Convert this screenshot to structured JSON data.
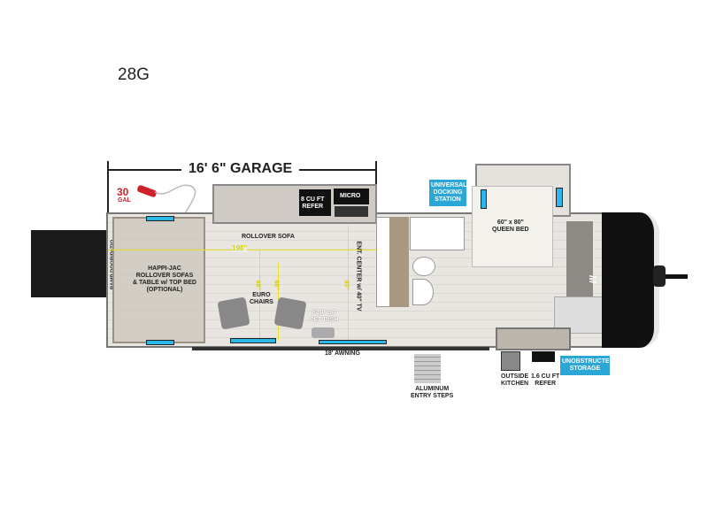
{
  "model": "28G",
  "garage_dimension": "16' 6\" GARAGE",
  "fuel": {
    "amount": "30",
    "unit": "GAL"
  },
  "labels": {
    "ramp_door": "RAMP DOOR/PATIO",
    "happijac": [
      "HAPPI-JAC",
      "ROLLOVER SOFAS",
      "& TABLE w/ TOP BED",
      "(OPTIONAL)"
    ],
    "rollover_sofa": "ROLLOVER SOFA",
    "refer": [
      "8 CU FT",
      "REFER"
    ],
    "micro": "MICRO",
    "euro_chairs": [
      "EURO",
      "CHAIRS"
    ],
    "pet_dish": [
      "FLIP UP",
      "PET DISH"
    ],
    "ent_center": "ENT. CENTER w/ 40\" TV",
    "queen_bed": [
      "60\" x 80\"",
      "QUEEN BED"
    ],
    "awning": "18' AWNING",
    "entry_steps": [
      "ALUMINUM",
      "ENTRY STEPS"
    ],
    "outside_kitchen": [
      "OUTSIDE",
      "KITCHEN"
    ],
    "small_refer": [
      "1.6 CU FT",
      "REFER"
    ]
  },
  "callouts": {
    "docking": [
      "UNIVERSAL",
      "DOCKING",
      "STATION"
    ],
    "storage": [
      "UNOBSTRUCTED",
      "STORAGE"
    ]
  },
  "dimensions": {
    "width": "198\"",
    "d1": "88\"",
    "d2": "68\"",
    "d3": "93\""
  },
  "brand_logo": "MOMENTUM",
  "colors": {
    "callout": "#2aa7d6",
    "dimension": "#e8e020",
    "fuel": "#d0202a"
  }
}
